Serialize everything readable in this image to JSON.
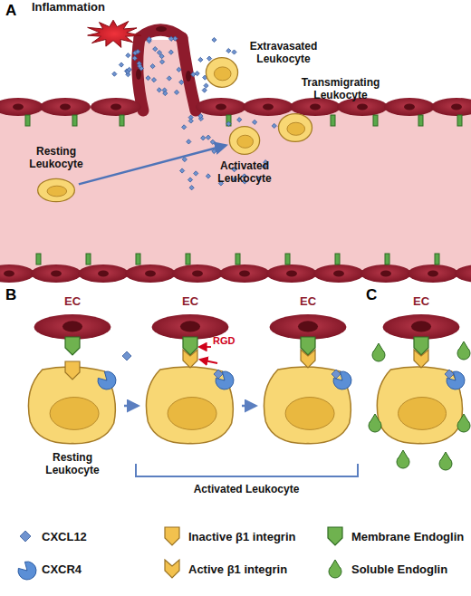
{
  "diagram": {
    "nodes": [
      {
        "text": [
          "Inflammation"
        ]
      },
      {
        "text": [
          "Extravasated Leukocyte"
        ]
      },
      {
        "text": [
          "Transmigrating Leukocyte"
        ]
      },
      {
        "text": [
          "Resting Leukocyte"
        ]
      },
      {
        "text": [
          "Activated Leukocyte"
        ]
      },
      {
        "text": [
          "EC"
        ]
      },
      {
        "text": [
          "EC"
        ]
      },
      {
        "text": [
          "EC"
        ]
      },
      {
        "text": [
          "EC"
        ]
      },
      {
        "text": [
          "Resting Leukocyte"
        ]
      }
    ],
    "edges": [
      {
        "from": 3,
        "to": 4,
        "arrow": "to"
      }
    ],
    "labels": [
      "A",
      "B",
      "RGD",
      "C",
      "Activated Leukocyte"
    ],
    "legend": [
      {
        "text": "CXCL12"
      },
      {
        "text": "Inactive β1 integrin"
      },
      {
        "text": "Membrane Endoglin"
      },
      {
        "text": "CXCR4"
      },
      {
        "text": "Active β1 integrin"
      },
      {
        "text": "Soluble Endoglin"
      }
    ]
  }
}
